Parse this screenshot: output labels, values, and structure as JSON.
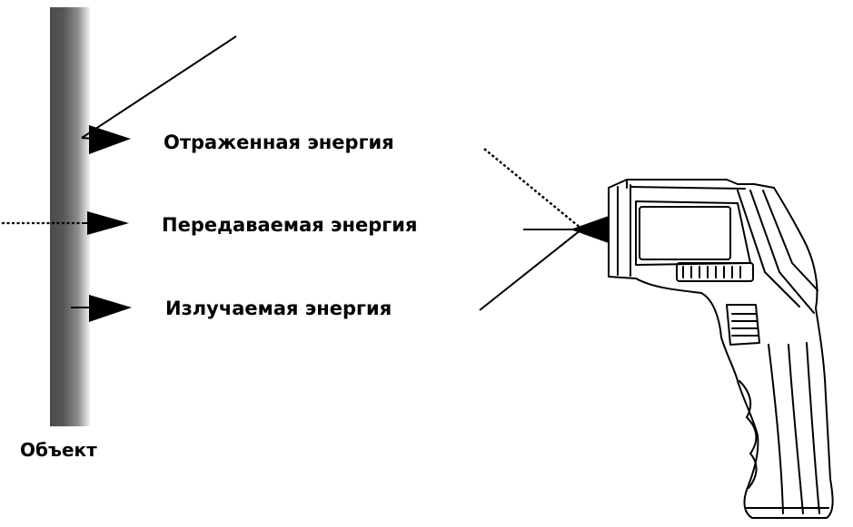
{
  "labels": {
    "reflected": "Отраженная энергия",
    "transmitted": "Передаваемая энергия",
    "emitted": "Излучаемая энергия",
    "object": "Объект"
  },
  "colors": {
    "line": "#000000",
    "wall_dark": "#4a4a4a",
    "wall_light": "#ffffff",
    "background": "#ffffff"
  },
  "icons": {
    "thermometer": "infrared-thermometer-gun-icon"
  }
}
